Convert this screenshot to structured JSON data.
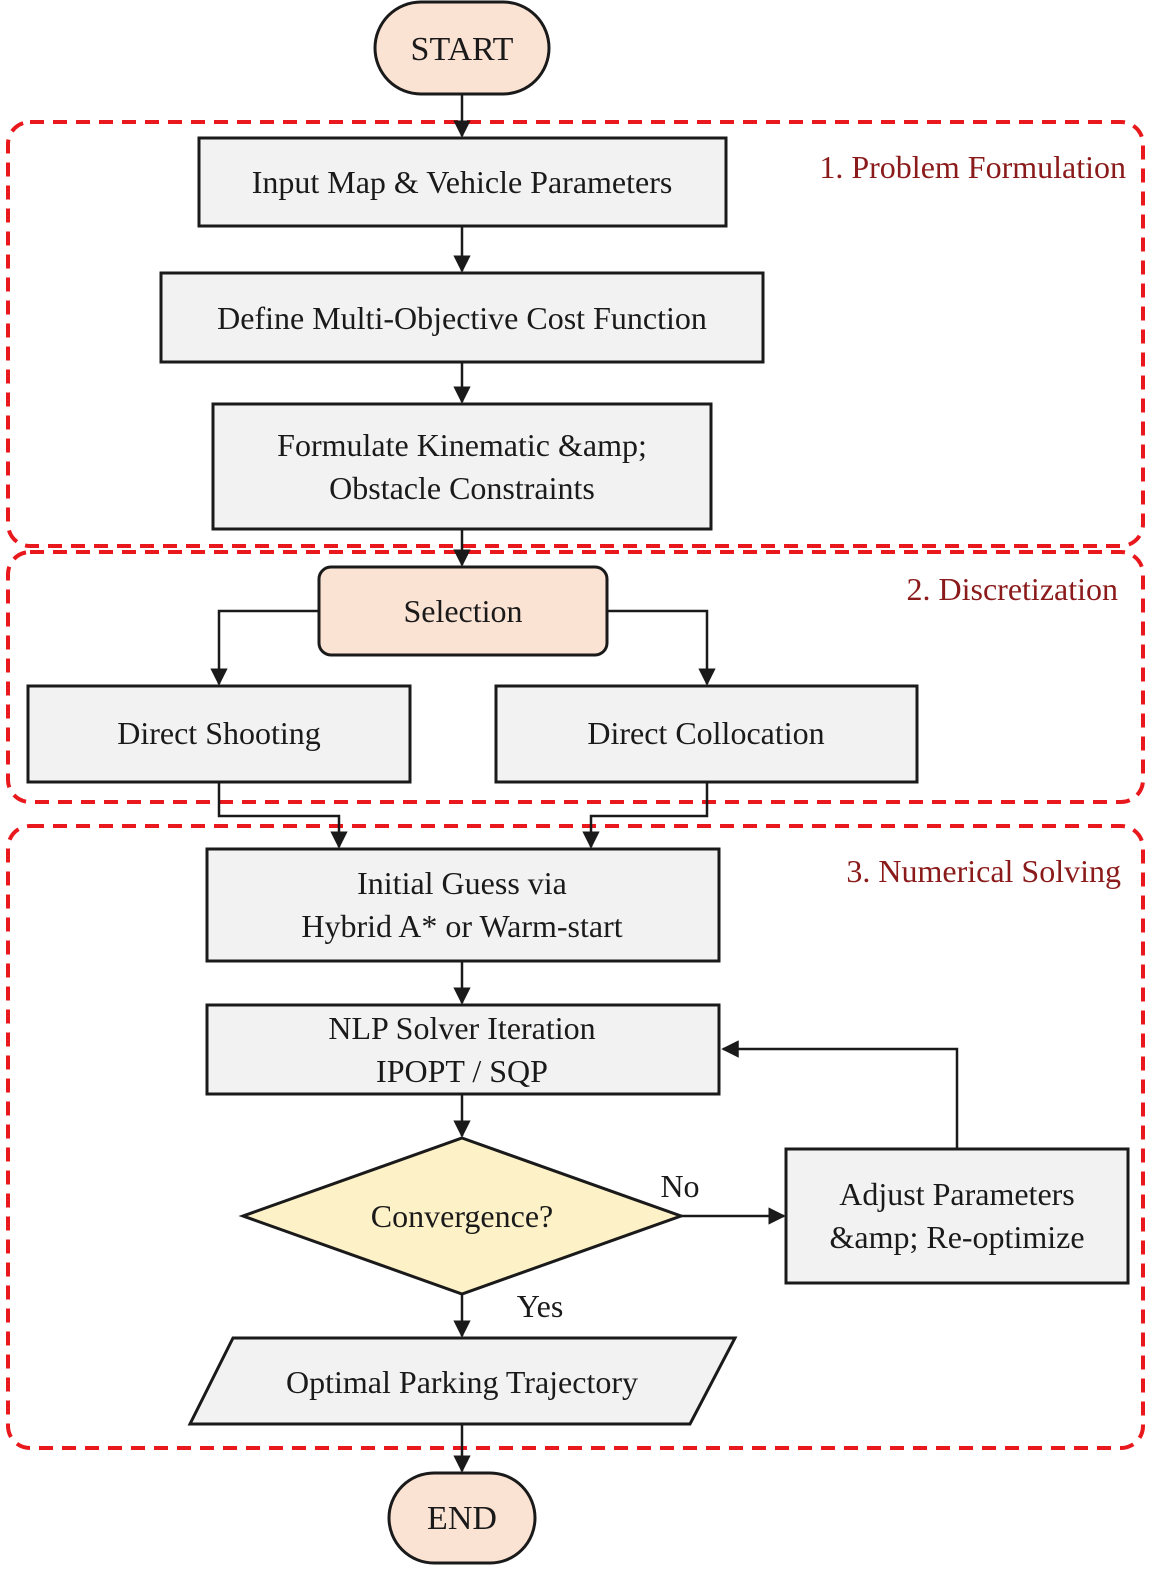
{
  "sections": [
    {
      "id": "formulation",
      "label": "1. Problem Formulation"
    },
    {
      "id": "discretization",
      "label": "2. Discretization"
    },
    {
      "id": "solving",
      "label": "3. Numerical Solving"
    }
  ],
  "nodes": {
    "start": {
      "lines": [
        "START"
      ]
    },
    "input": {
      "lines": [
        "Input Map & Vehicle Parameters"
      ]
    },
    "cost": {
      "lines": [
        "Define Multi-Objective Cost Function"
      ]
    },
    "constraints": {
      "lines": [
        "Formulate Kinematic &amp;",
        "Obstacle Constraints"
      ]
    },
    "selection": {
      "lines": [
        "Selection"
      ]
    },
    "shooting": {
      "lines": [
        "Direct Shooting"
      ]
    },
    "collocation": {
      "lines": [
        "Direct Collocation"
      ]
    },
    "guess": {
      "lines": [
        "Initial Guess via",
        "Hybrid A* or Warm-start"
      ]
    },
    "nlp": {
      "lines": [
        "NLP Solver Iteration",
        "IPOPT / SQP"
      ]
    },
    "convergence": {
      "lines": [
        "Convergence?"
      ]
    },
    "adjust": {
      "lines": [
        "Adjust Parameters",
        "&amp; Re-optimize"
      ]
    },
    "output": {
      "lines": [
        "Optimal Parking Trajectory"
      ]
    },
    "end": {
      "lines": [
        "END"
      ]
    }
  },
  "edge_labels": {
    "no": "No",
    "yes": "Yes"
  },
  "colors": {
    "box_fill": "#f2f2f2",
    "terminal_fill": "#fbe3d4",
    "decision_fill": "#fdf1c7",
    "section_border": "#e8181c",
    "section_label": "#8b1a1a",
    "stroke": "#1a1a1a"
  }
}
